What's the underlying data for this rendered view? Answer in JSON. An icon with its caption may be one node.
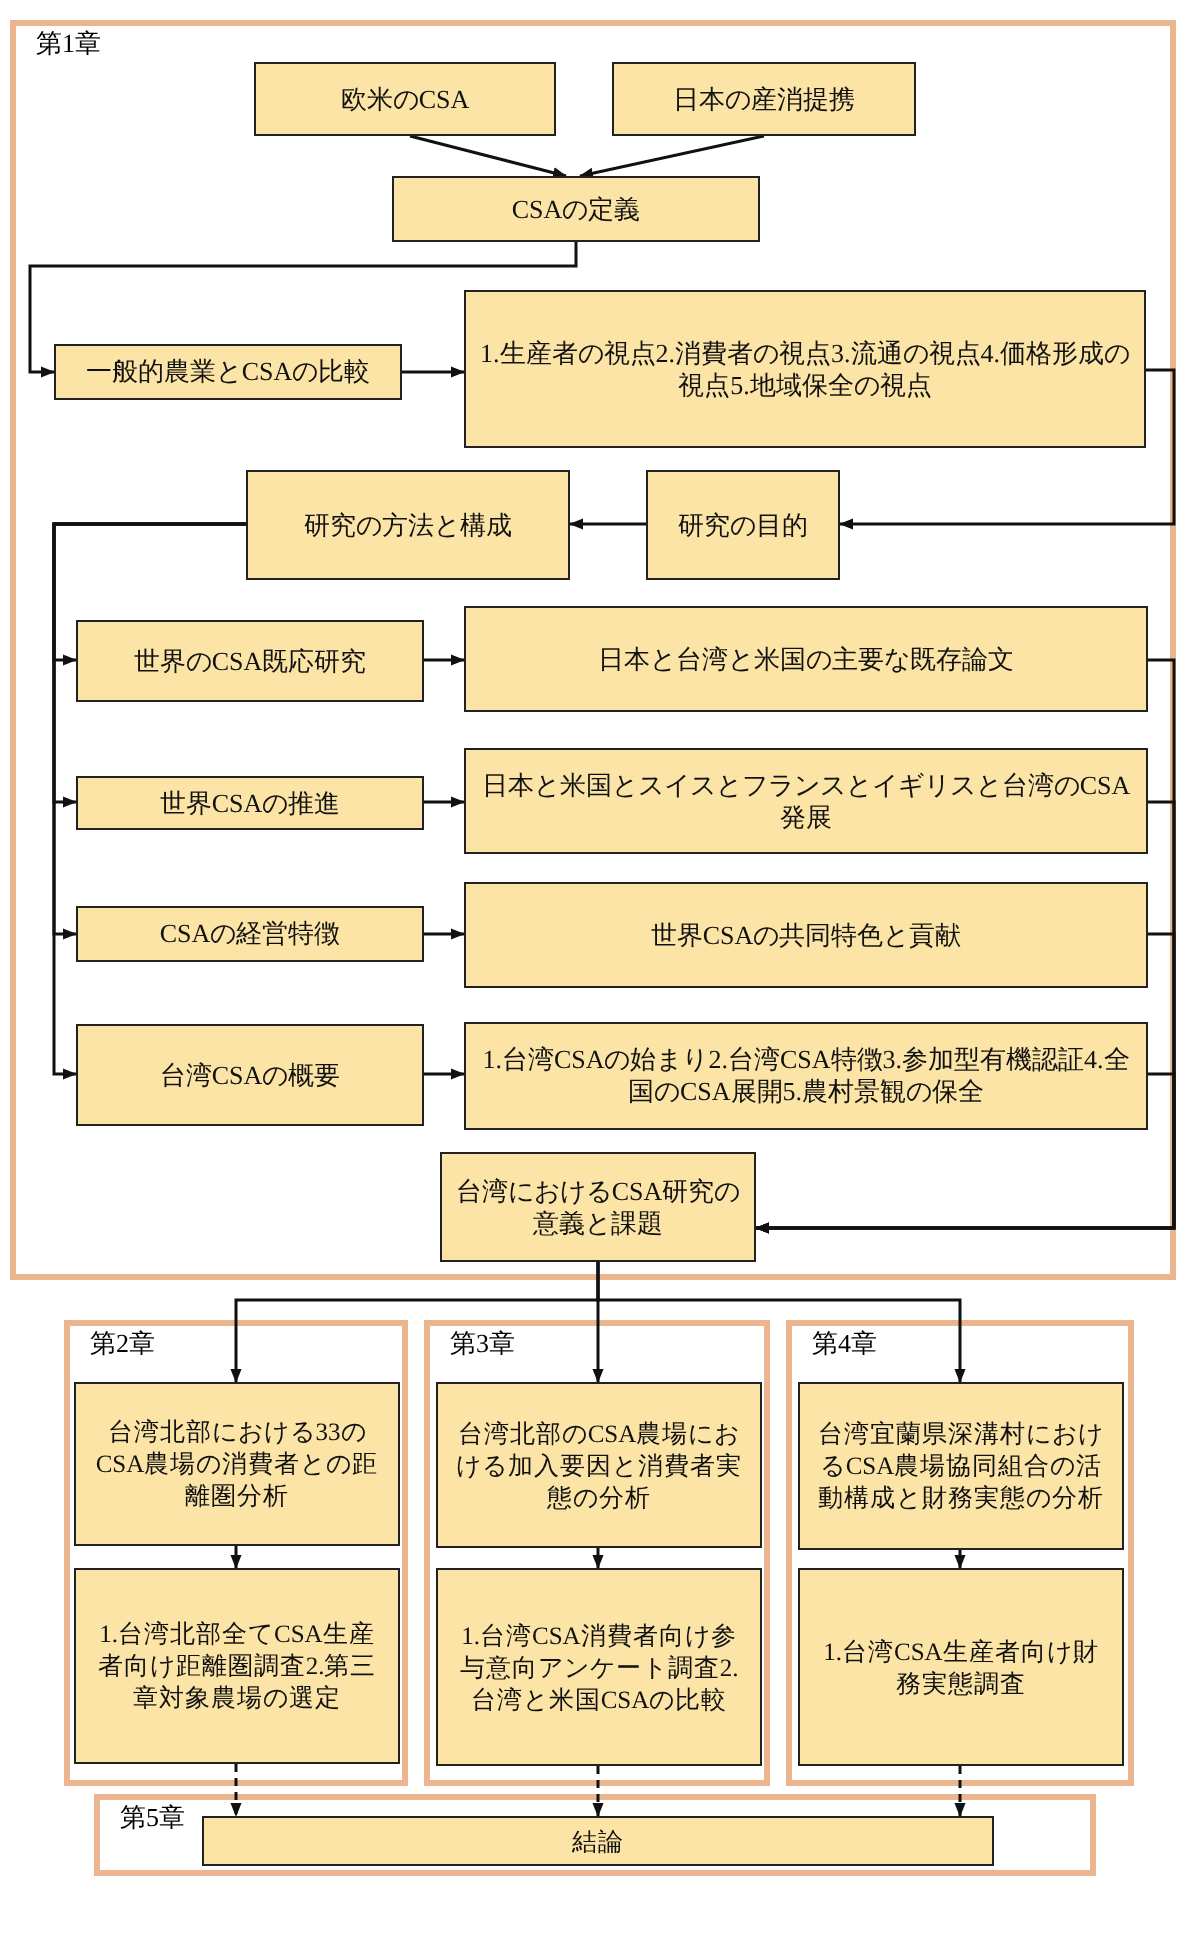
{
  "diagram": {
    "nodes": [
      {
        "text": [
          "第1章"
        ]
      },
      {
        "text": [
          "欧米のCSA"
        ],
        "in": 0
      },
      {
        "text": [
          "日本の産消提携"
        ],
        "in": 0
      },
      {
        "text": [
          "CSAの定義"
        ],
        "in": 0
      },
      {
        "text": [
          "一般的農業とCSAの比較"
        ],
        "in": 0
      },
      {
        "text": [
          "1.生産者の視点2.消費者の視点3.流通の視点4.価格形成の視点5.地域保全の視点"
        ],
        "in": 0
      },
      {
        "text": [
          "研究の方法と構成"
        ],
        "in": 0
      },
      {
        "text": [
          "研究の目的"
        ],
        "in": 0
      },
      {
        "text": [
          "世界のCSA既応研究"
        ],
        "in": 0
      },
      {
        "text": [
          "日本と台湾と米国の主要な既存論文"
        ],
        "in": 0
      },
      {
        "text": [
          "世界CSAの推進"
        ],
        "in": 0
      },
      {
        "text": [
          "日本と米国とスイスとフランスとイギリスと台湾のCSA発展"
        ],
        "in": 0
      },
      {
        "text": [
          "CSAの経営特徴"
        ],
        "in": 0
      },
      {
        "text": [
          "世界CSAの共同特色と貢献"
        ],
        "in": 0
      },
      {
        "text": [
          "台湾CSAの概要"
        ],
        "in": 0
      },
      {
        "text": [
          "1.台湾CSAの始まり2.台湾CSA特徴3.参加型有機認証4.全国のCSA展開5.農村景観の保全"
        ],
        "in": 0
      },
      {
        "text": [
          "台湾におけるCSA研究の意義と課題"
        ],
        "in": 0
      },
      {
        "text": [
          "第2章"
        ]
      },
      {
        "text": [
          "台湾北部における33のCSA農場の消費者との距離圏分析"
        ],
        "in": 17
      },
      {
        "text": [
          "1.台湾北部全てCSA生産者向け距離圏調査2.第三章対象農場の選定"
        ],
        "in": 17
      },
      {
        "text": [
          "第3章"
        ]
      },
      {
        "text": [
          "台湾北部のCSA農場における加入要因と消費者実態の分析"
        ],
        "in": 20
      },
      {
        "text": [
          "1.台湾CSA消費者向け参与意向アンケート調査2.台湾と米国CSAの比較"
        ],
        "in": 20
      },
      {
        "text": [
          "第4章"
        ]
      },
      {
        "text": [
          "台湾宜蘭県深溝村におけるCSA農場協同組合の活動構成と財務実態の分析"
        ],
        "in": 23
      },
      {
        "text": [
          "1.台湾CSA生産者向け財務実態調査"
        ],
        "in": 23
      },
      {
        "text": [
          "第5章"
        ]
      },
      {
        "text": [
          "結論"
        ],
        "in": 26
      }
    ],
    "edges": [
      {
        "from": 1,
        "to": 3,
        "arrow": "to"
      },
      {
        "from": 2,
        "to": 3,
        "arrow": "to"
      },
      {
        "from": 3,
        "to": 4,
        "arrow": "to"
      },
      {
        "from": 4,
        "to": 5,
        "arrow": "to"
      },
      {
        "from": 5,
        "to": 7,
        "arrow": "to"
      },
      {
        "from": 7,
        "to": 6,
        "arrow": "to"
      },
      {
        "from": 6,
        "to": 8,
        "arrow": "to"
      },
      {
        "from": 6,
        "to": 10,
        "arrow": "to"
      },
      {
        "from": 6,
        "to": 12,
        "arrow": "to"
      },
      {
        "from": 6,
        "to": 14,
        "arrow": "to"
      },
      {
        "from": 8,
        "to": 9,
        "arrow": "to"
      },
      {
        "from": 10,
        "to": 11,
        "arrow": "to"
      },
      {
        "from": 12,
        "to": 13,
        "arrow": "to"
      },
      {
        "from": 14,
        "to": 15,
        "arrow": "to"
      },
      {
        "from": 9,
        "to": 16,
        "arrow": "to"
      },
      {
        "from": 11,
        "to": 16,
        "arrow": "to"
      },
      {
        "from": 13,
        "to": 16,
        "arrow": "to"
      },
      {
        "from": 15,
        "to": 16,
        "arrow": "to"
      },
      {
        "from": 16,
        "to": 18,
        "arrow": "to"
      },
      {
        "from": 16,
        "to": 21,
        "arrow": "to"
      },
      {
        "from": 16,
        "to": 24,
        "arrow": "to"
      },
      {
        "from": 18,
        "to": 19,
        "arrow": "to"
      },
      {
        "from": 21,
        "to": 22,
        "arrow": "to"
      },
      {
        "from": 24,
        "to": 25,
        "arrow": "to"
      },
      {
        "from": 19,
        "to": 27,
        "arrow": "to",
        "style": "dashed"
      },
      {
        "from": 22,
        "to": 27,
        "arrow": "to",
        "style": "dashed"
      },
      {
        "from": 25,
        "to": 27,
        "arrow": "to",
        "style": "dashed"
      }
    ]
  }
}
